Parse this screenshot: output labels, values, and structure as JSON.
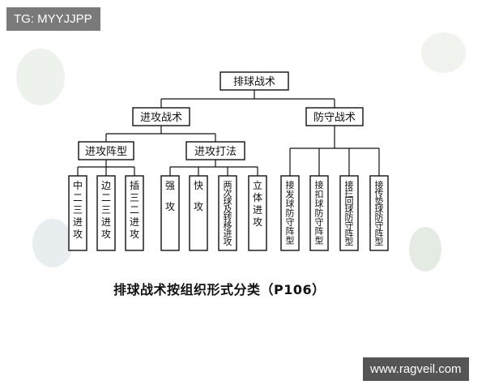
{
  "watermark": {
    "text": "TG: MYYJJPP"
  },
  "diagram": {
    "root": "排球战术",
    "level1": [
      "进攻战术",
      "防守战术"
    ],
    "attack_sub": [
      "进攻阵型",
      "进攻打法"
    ],
    "formations": [
      "中二三进攻",
      "边二三进攻",
      "插三二进攻"
    ],
    "plays": [
      "强攻",
      "快攻",
      "两次球及转移进攻",
      "立体进攻"
    ],
    "defense": [
      "接发球防守阵型",
      "接扣球防守阵型",
      "接拦回球防守阵型",
      "接传垫球防守阵型"
    ],
    "caption": "排球战术按组织形式分类（P106）"
  },
  "site": {
    "url": "www.ragveil.com"
  }
}
